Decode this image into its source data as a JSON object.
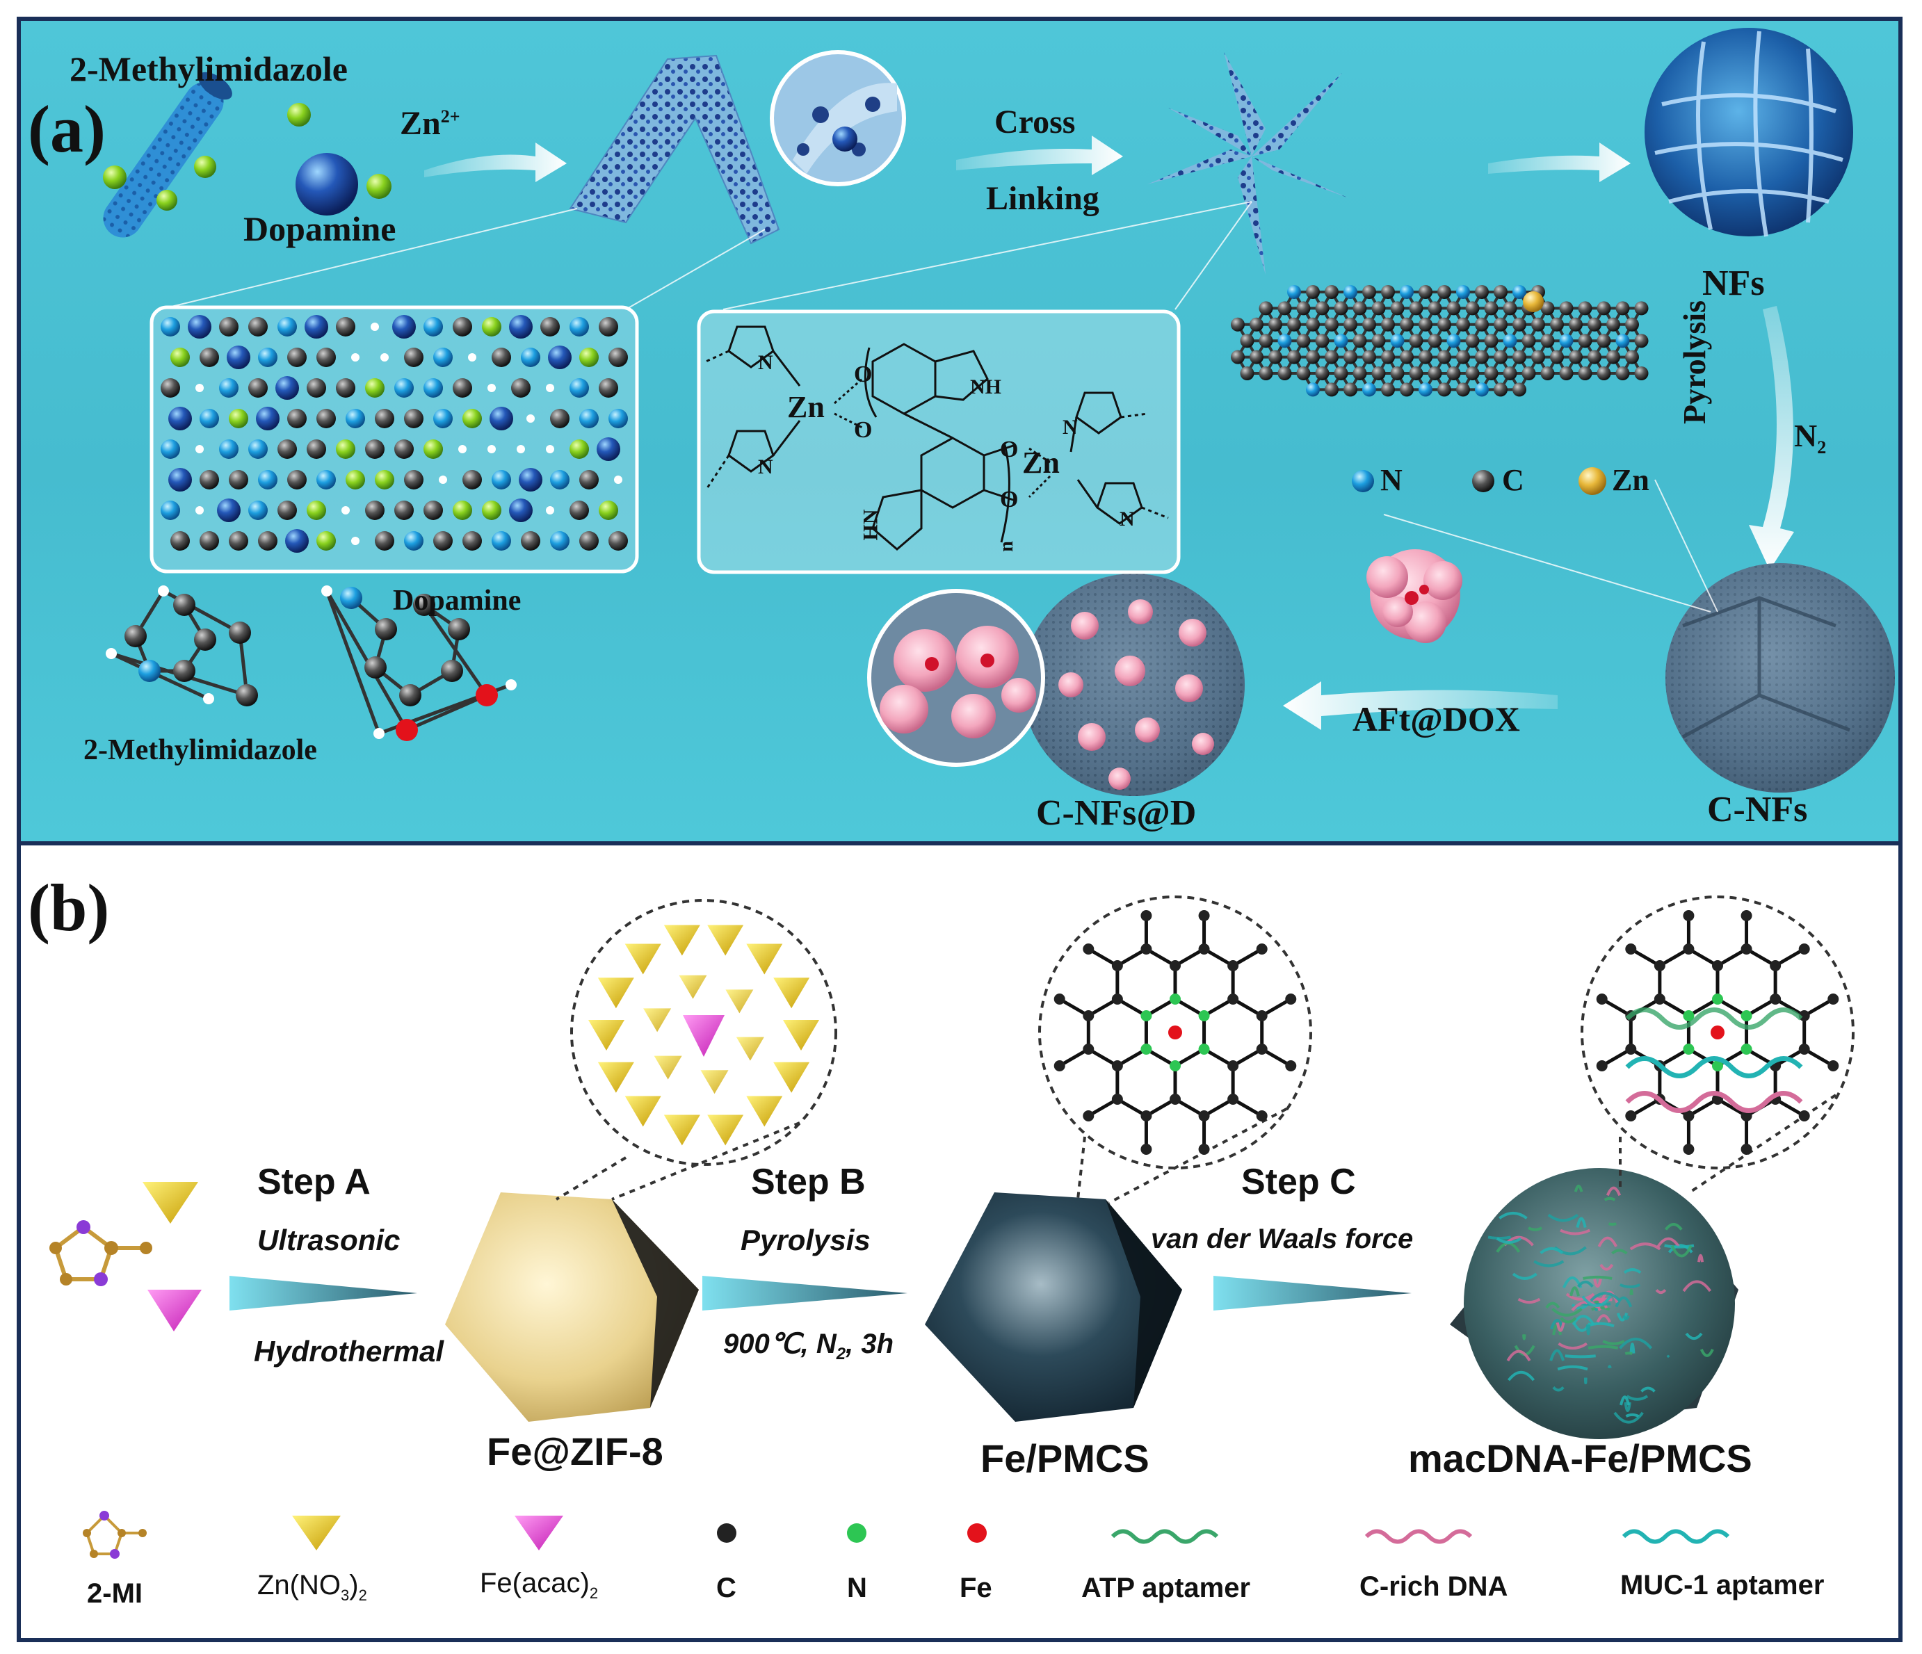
{
  "panel_a": {
    "label": "(a)",
    "methylimidazole_top": "2-Methylimidazole",
    "zn_ion": "Zn",
    "zn_charge": "2+",
    "dopamine_top": "Dopamine",
    "cross": "Cross",
    "linking": "Linking",
    "nfs": "NFs",
    "pyrolysis": "Pyrolysis",
    "n2": "N",
    "n2_sub": "2",
    "legend_n": "N",
    "legend_c": "C",
    "legend_zn": "Zn",
    "dopamine_mid": "Dopamine",
    "methylimidazole_bottom": "2-Methylimidazole",
    "aft_dox": "AFt@DOX",
    "c_nfs": "C-NFs",
    "c_nfs_d": "C-NFs@D",
    "struct_zn1": "Zn",
    "struct_zn2": "Zn",
    "struct_o": "O",
    "struct_n": "N",
    "struct_nh": "NH",
    "struct_hn": "HN",
    "struct_n_sub": "n"
  },
  "panel_b": {
    "label": "(b)",
    "step_a": "Step A",
    "step_a_top": "Ultrasonic",
    "step_a_bottom": "Hydrothermal",
    "step_b": "Step B",
    "step_b_top": "Pyrolysis",
    "step_b_bottom": "900℃, N",
    "step_b_bottom_sub": "2",
    "step_b_bottom_end": ", 3h",
    "step_c": "Step C",
    "step_c_top": "van der Waals force",
    "product_1": "Fe@ZIF-8",
    "product_2": "Fe/PMCS",
    "product_3": "macDNA-Fe/PMCS",
    "legend": {
      "mi": "2-MI",
      "zn_no3": "Zn(NO",
      "zn_no3_sub1": "3",
      "zn_no3_end": ")",
      "zn_no3_sub2": "2",
      "fe_acac": "Fe(acac)",
      "fe_acac_sub": "2",
      "c": "C",
      "n": "N",
      "fe": "Fe",
      "atp": "ATP aptamer",
      "crich": "C-rich DNA",
      "muc1": "MUC-1 aptamer"
    }
  },
  "colors": {
    "panel_a_bg": "#4fc6d8",
    "border": "#1a2f58",
    "zn_yellow": "#f2cf1a",
    "fe_magenta": "#e040d0",
    "n_green": "#2dc653",
    "fe_red": "#e3121b",
    "atp_green": "#3aa66a",
    "crich_pink": "#d46b99",
    "muc1_teal": "#22b3b3"
  }
}
